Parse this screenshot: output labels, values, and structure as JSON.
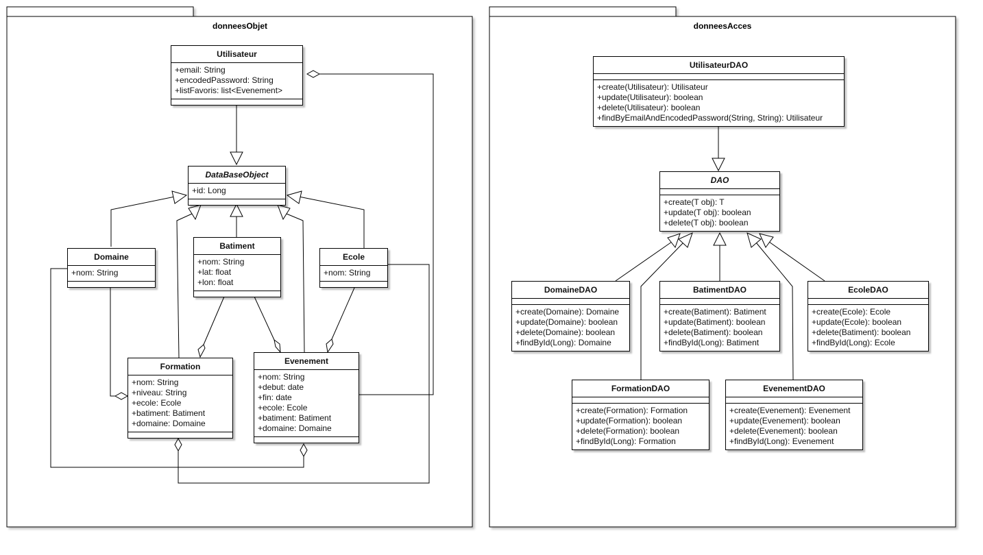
{
  "packages": [
    {
      "id": "donneesObjet",
      "title": "donneesObjet",
      "classes": [
        {
          "id": "utilisateur",
          "name": "Utilisateur",
          "abstract": false,
          "attributes": [
            "+email: String",
            "+encodedPassword: String",
            "+listFavoris: list<Evenement>"
          ],
          "operations": []
        },
        {
          "id": "databaseobject",
          "name": "DataBaseObject",
          "abstract": true,
          "attributes": [
            "+id: Long"
          ],
          "operations": []
        },
        {
          "id": "domaine",
          "name": "Domaine",
          "abstract": false,
          "attributes": [
            "+nom: String"
          ],
          "operations": []
        },
        {
          "id": "batiment",
          "name": "Batiment",
          "abstract": false,
          "attributes": [
            "+nom: String",
            "+lat: float",
            "+lon: float"
          ],
          "operations": []
        },
        {
          "id": "ecole",
          "name": "Ecole",
          "abstract": false,
          "attributes": [
            "+nom: String"
          ],
          "operations": []
        },
        {
          "id": "formation",
          "name": "Formation",
          "abstract": false,
          "attributes": [
            "+nom: String",
            "+niveau: String",
            "+ecole: Ecole",
            "+batiment: Batiment",
            "+domaine: Domaine"
          ],
          "operations": []
        },
        {
          "id": "evenement",
          "name": "Evenement",
          "abstract": false,
          "attributes": [
            "+nom: String",
            "+debut: date",
            "+fin: date",
            "+ecole: Ecole",
            "+batiment: Batiment",
            "+domaine: Domaine"
          ],
          "operations": []
        }
      ]
    },
    {
      "id": "donneesAcces",
      "title": "donneesAcces",
      "classes": [
        {
          "id": "utilisateurdao",
          "name": "UtilisateurDAO",
          "abstract": false,
          "attributes": [],
          "operations": [
            "+create(Utilisateur): Utilisateur",
            "+update(Utilisateur): boolean",
            "+delete(Utilisateur): boolean",
            "+findByEmailAndEncodedPassword(String, String): Utilisateur"
          ]
        },
        {
          "id": "dao",
          "name": "DAO",
          "abstract": true,
          "attributes": [],
          "operations": [
            "+create(T obj): T",
            "+update(T obj): boolean",
            "+delete(T obj): boolean"
          ]
        },
        {
          "id": "domainedao",
          "name": "DomaineDAO",
          "abstract": false,
          "attributes": [],
          "operations": [
            "+create(Domaine): Domaine",
            "+update(Domaine): boolean",
            "+delete(Domaine): boolean",
            "+findById(Long): Domaine"
          ]
        },
        {
          "id": "batimentdao",
          "name": "BatimentDAO",
          "abstract": false,
          "attributes": [],
          "operations": [
            "+create(Batiment): Batiment",
            "+update(Batiment): boolean",
            "+delete(Batiment): boolean",
            "+findById(Long): Batiment"
          ]
        },
        {
          "id": "ecoledao",
          "name": "EcoleDAO",
          "abstract": false,
          "attributes": [],
          "operations": [
            "+create(Ecole): Ecole",
            "+update(Ecole): boolean",
            "+delete(Batiment): boolean",
            "+findById(Long): Ecole"
          ]
        },
        {
          "id": "formationdao",
          "name": "FormationDAO",
          "abstract": false,
          "attributes": [],
          "operations": [
            "+create(Formation): Formation",
            "+update(Formation): boolean",
            "+delete(Formation): boolean",
            "+findById(Long): Formation"
          ]
        },
        {
          "id": "evenementdao",
          "name": "EvenementDAO",
          "abstract": false,
          "attributes": [],
          "operations": [
            "+create(Evenement): Evenement",
            "+update(Evenement): boolean",
            "+delete(Evenement): boolean",
            "+findById(Long): Evenement"
          ]
        }
      ]
    }
  ],
  "relations": [
    {
      "type": "generalization",
      "from": "Utilisateur",
      "to": "DataBaseObject"
    },
    {
      "type": "generalization",
      "from": "Domaine",
      "to": "DataBaseObject"
    },
    {
      "type": "generalization",
      "from": "Batiment",
      "to": "DataBaseObject"
    },
    {
      "type": "generalization",
      "from": "Ecole",
      "to": "DataBaseObject"
    },
    {
      "type": "generalization",
      "from": "Formation",
      "to": "DataBaseObject"
    },
    {
      "type": "generalization",
      "from": "Evenement",
      "to": "DataBaseObject"
    },
    {
      "type": "aggregation",
      "whole": "Formation",
      "part": "Batiment"
    },
    {
      "type": "aggregation",
      "whole": "Evenement",
      "part": "Batiment"
    },
    {
      "type": "aggregation",
      "whole": "Evenement",
      "part": "Ecole"
    },
    {
      "type": "aggregation",
      "whole": "Formation",
      "part": "Domaine"
    },
    {
      "type": "aggregation",
      "whole": "Utilisateur",
      "part": "Evenement"
    },
    {
      "type": "aggregation",
      "whole": "Evenement",
      "part": "Domaine"
    },
    {
      "type": "aggregation",
      "whole": "Formation",
      "part": "Ecole"
    },
    {
      "type": "generalization",
      "from": "UtilisateurDAO",
      "to": "DAO"
    },
    {
      "type": "generalization",
      "from": "DomaineDAO",
      "to": "DAO"
    },
    {
      "type": "generalization",
      "from": "FormationDAO",
      "to": "DAO"
    },
    {
      "type": "generalization",
      "from": "BatimentDAO",
      "to": "DAO"
    },
    {
      "type": "generalization",
      "from": "EvenementDAO",
      "to": "DAO"
    },
    {
      "type": "generalization",
      "from": "EcoleDAO",
      "to": "DAO"
    }
  ]
}
